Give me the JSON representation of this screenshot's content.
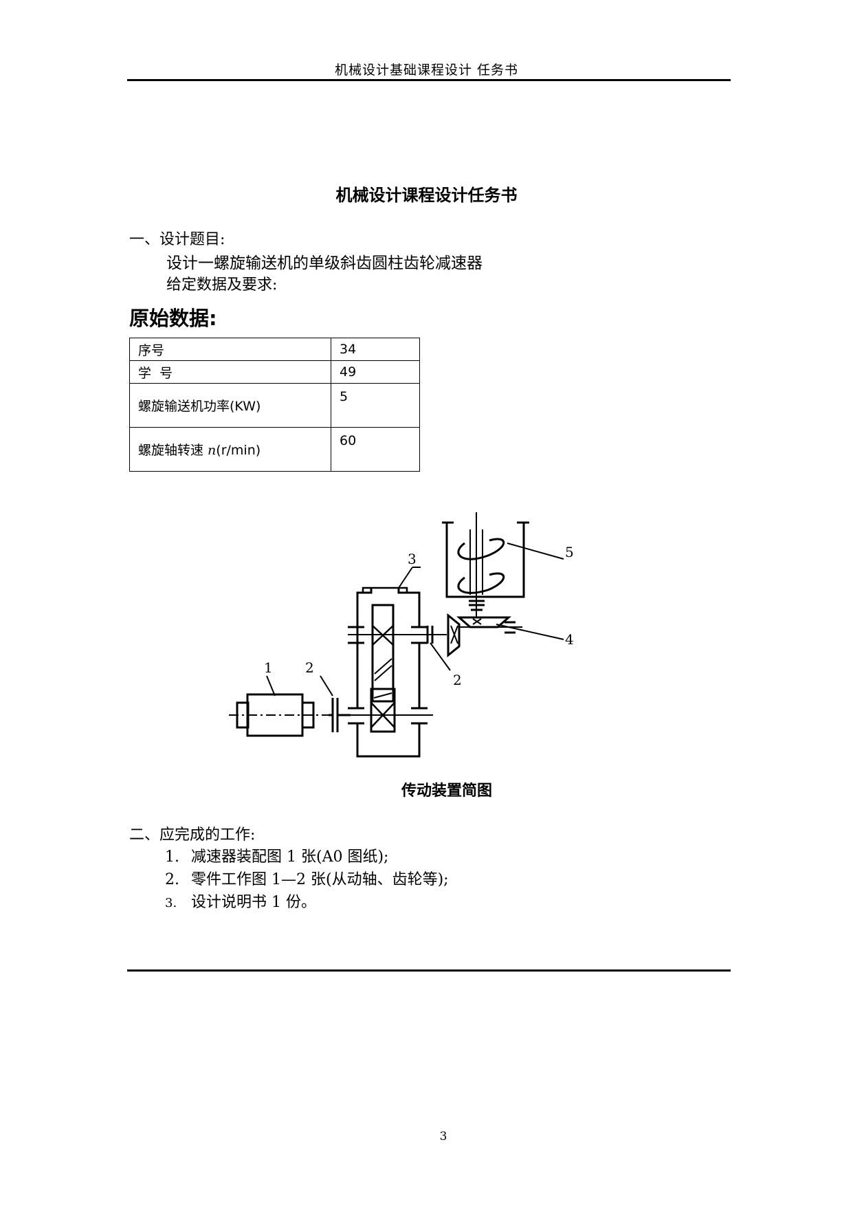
{
  "header": {
    "text": "机械设计基础课程设计  任务书"
  },
  "title": "机械设计课程设计任务书",
  "section1": {
    "heading": "一、设计题目:",
    "topic": "设计一螺旋输送机的单级斜齿圆柱齿轮减速器",
    "given": "给定数据及要求:"
  },
  "original_data": {
    "title": "原始数据:",
    "rows": [
      {
        "label": "序号",
        "value": "34"
      },
      {
        "label": "学  号",
        "value": "49"
      },
      {
        "label": "螺旋输送机功率(KW)",
        "value": "5"
      },
      {
        "label_prefix": "螺旋轴转速 ",
        "label_var": "n",
        "label_suffix": "(r/min)",
        "value": "60"
      }
    ]
  },
  "diagram": {
    "caption": "传动装置简图",
    "labels": {
      "l1": "1",
      "l2a": "2",
      "l2b": "2",
      "l3": "3",
      "l4": "4",
      "l5": "5"
    }
  },
  "section2": {
    "heading": "二、应完成的工作:",
    "items": [
      {
        "num": "1.",
        "text": "减速器装配图 1 张(A0 图纸);"
      },
      {
        "num": "2.",
        "text": "零件工作图 1—2 张(从动轴、齿轮等);"
      },
      {
        "num": "3.",
        "text": "设计说明书 1 份。"
      }
    ]
  },
  "page_number": "3"
}
